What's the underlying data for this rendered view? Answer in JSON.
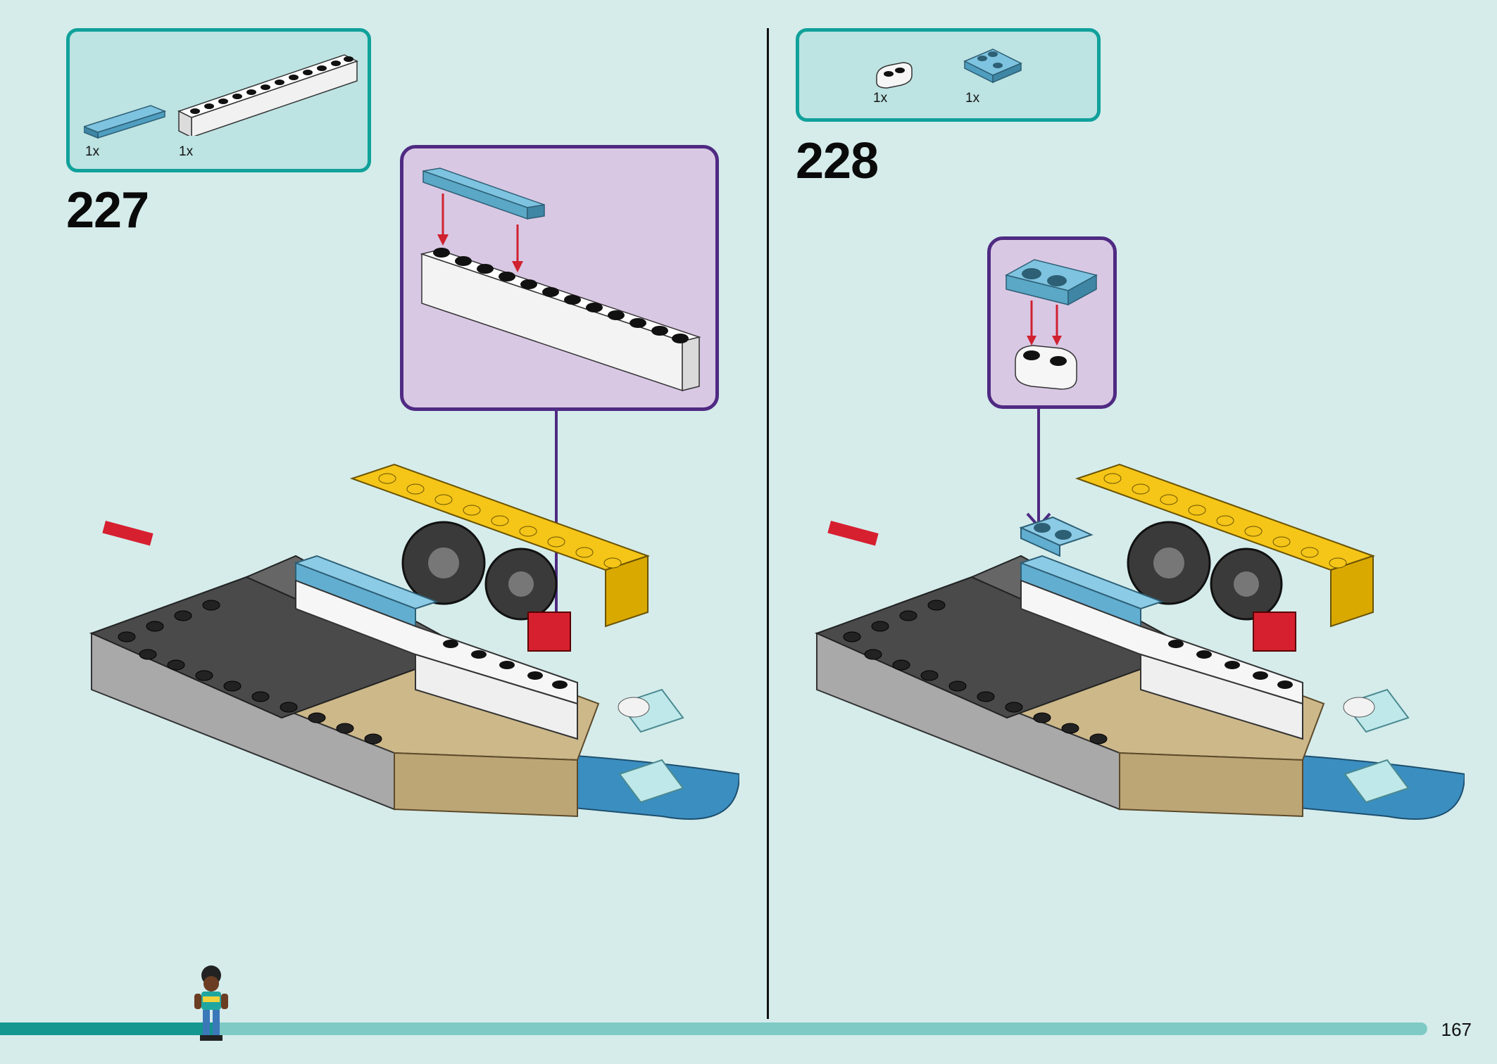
{
  "steps": [
    {
      "number": "227",
      "parts": [
        {
          "qty": "1x",
          "name": "tile-1x4-light-blue-icon"
        },
        {
          "qty": "1x",
          "name": "brick-1x12-white-icon"
        }
      ]
    },
    {
      "number": "228",
      "parts": [
        {
          "qty": "1x",
          "name": "plate-1x2-rounded-white-icon"
        },
        {
          "qty": "1x",
          "name": "plate-2x2-light-blue-icon"
        }
      ]
    }
  ],
  "page_number": "167",
  "progress": 0.15,
  "colors": {
    "page_background": "#d5eceb",
    "parts_box_border": "#10a19a",
    "callout_border": "#4f2a82",
    "callout_fill": "#d9c8e4",
    "progress_fill": "#13978f",
    "progress_track": "#7fcac5"
  }
}
